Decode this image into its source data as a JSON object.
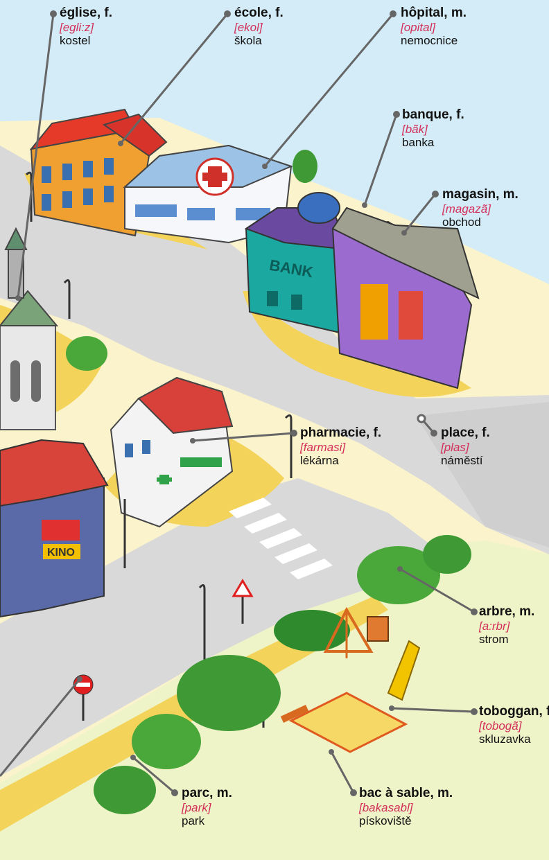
{
  "colors": {
    "sky": "#d4ecf7",
    "street": "#d9d9d9",
    "sidewalk": "#f3d35a",
    "grass": "#b9dc6a",
    "background": "#fbf3cc",
    "leader": "#666666",
    "pronunciation": "#d32f5a",
    "text": "#111111"
  },
  "signs": {
    "cinema": "KINO",
    "bank": "BANK"
  },
  "labels": [
    {
      "id": "eglise",
      "word": "église, f.",
      "pron": "[egli:z]",
      "trans": "kostel"
    },
    {
      "id": "ecole",
      "word": "école, f.",
      "pron": "[ekol]",
      "trans": "škola"
    },
    {
      "id": "hopital",
      "word": "hôpital, m.",
      "pron": "[opital]",
      "trans": "nemocnice"
    },
    {
      "id": "banque",
      "word": "banque, f.",
      "pron": "[bãk]",
      "trans": "banka"
    },
    {
      "id": "magasin",
      "word": "magasin, m.",
      "pron": "[magazã]",
      "trans": "obchod"
    },
    {
      "id": "pharmacie",
      "word": "pharmacie, f.",
      "pron": "[farmasi]",
      "trans": "lékárna"
    },
    {
      "id": "place",
      "word": "place, f.",
      "pron": "[plas]",
      "trans": "náměstí"
    },
    {
      "id": "arbre",
      "word": "arbre, m.",
      "pron": "[a:rbr]",
      "trans": "strom"
    },
    {
      "id": "toboggan",
      "word": "toboggan, f.",
      "pron": "[tobogã]",
      "trans": "skluzavka"
    },
    {
      "id": "parc",
      "word": "parc, m.",
      "pron": "[park]",
      "trans": "park"
    },
    {
      "id": "bac",
      "word": "bac à sable, m.",
      "pron": "[bakasabl]",
      "trans": "pískoviště"
    }
  ]
}
